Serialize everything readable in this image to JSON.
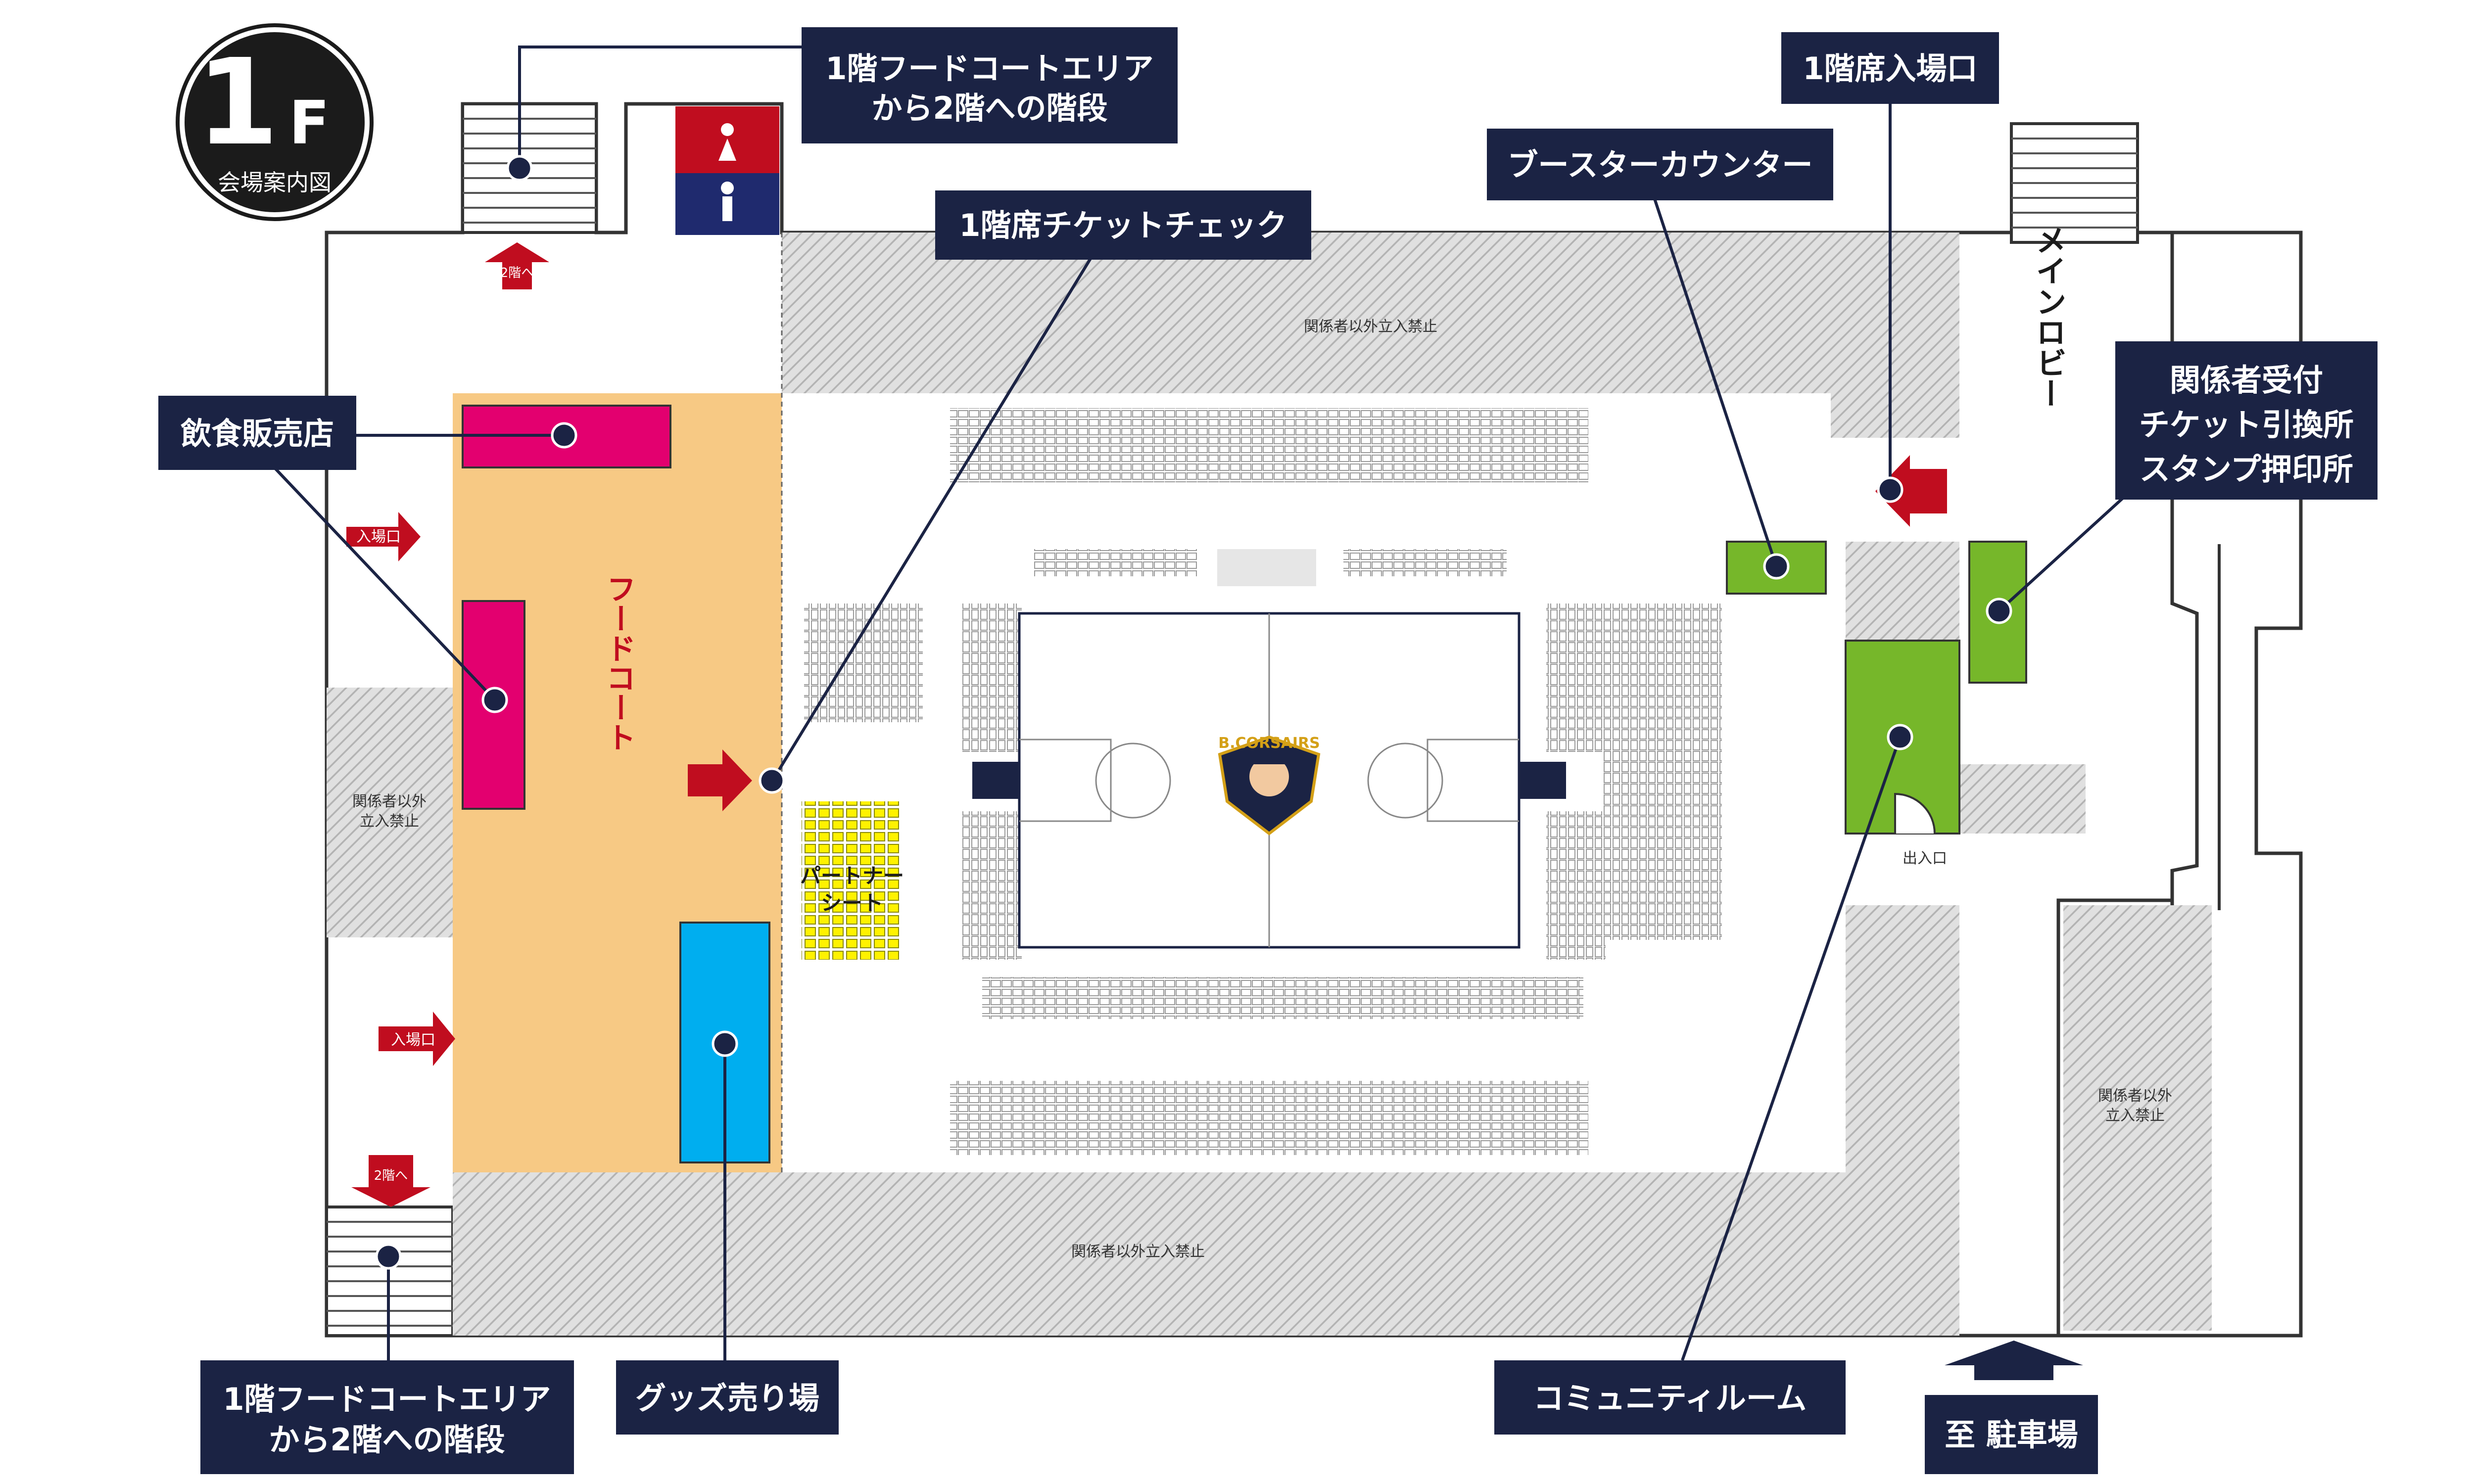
{
  "floor": {
    "number": "1",
    "suffix": "F",
    "caption": "会場案内図"
  },
  "labels": {
    "stairs_top": [
      "1階フードコートエリア",
      "から2階への階段"
    ],
    "stairs_bottom": [
      "1階フードコートエリア",
      "から2階への階段"
    ],
    "ticket_check": "1階席チケットチェック",
    "booster_counter": "ブースターカウンター",
    "seat_entrance": "1階席入場口",
    "reception": [
      "関係者受付",
      "チケット引換所",
      "スタンプ押印所"
    ],
    "food_stand": "飲食販売店",
    "goods": "グッズ売り場",
    "community_room": "コミュニティルーム",
    "parking": "至 駐車場"
  },
  "areas": {
    "food_court": "フードコート",
    "partner_seat": [
      "パートナー",
      "シート"
    ],
    "main_lobby": "メインロビー",
    "restricted": "関係者以外立入禁止",
    "restricted_split": [
      "関係者以外",
      "立入禁止"
    ],
    "entrance": "入場口",
    "exit_entrance": "出入口",
    "to_2f": "2階へ"
  },
  "team_logo_text": "B.CORSAIRS",
  "colors": {
    "navy": "#1b2344",
    "red": "#c00d1f",
    "food_court": "#f7c984",
    "food_stand": "#e3006f",
    "goods": "#00aeef",
    "green": "#76b72a",
    "partner": "#fff200",
    "hatch": "#c9c9c9"
  }
}
